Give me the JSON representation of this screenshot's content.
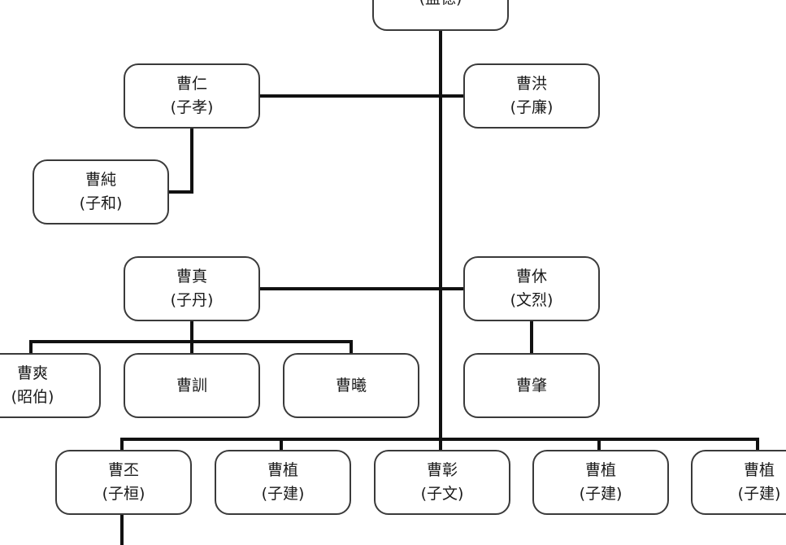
{
  "nodes": {
    "cao_cao": {
      "name": "",
      "alias": "(孟德)"
    },
    "cao_ren": {
      "name": "曹仁",
      "alias": "(子孝)"
    },
    "cao_hong": {
      "name": "曹洪",
      "alias": "(子廉)"
    },
    "cao_chun": {
      "name": "曹純",
      "alias": "(子和)"
    },
    "cao_zhen": {
      "name": "曹真",
      "alias": "(子丹)"
    },
    "cao_xiu": {
      "name": "曹休",
      "alias": "(文烈)"
    },
    "cao_shuang": {
      "name": "曹爽",
      "alias": "(昭伯)"
    },
    "cao_xun": {
      "name": "曹訓",
      "alias": ""
    },
    "cao_xi": {
      "name": "曹曦",
      "alias": ""
    },
    "cao_zhao": {
      "name": "曹肇",
      "alias": ""
    },
    "cao_pi": {
      "name": "曹丕",
      "alias": "(子桓)"
    },
    "cao_zhi_a": {
      "name": "曹植",
      "alias": "(子建)"
    },
    "cao_zhang": {
      "name": "曹彰",
      "alias": "(子文)"
    },
    "cao_zhi_b": {
      "name": "曹植",
      "alias": "(子建)"
    },
    "cao_zhi_c": {
      "name": "曹植",
      "alias": "(子建)"
    }
  }
}
